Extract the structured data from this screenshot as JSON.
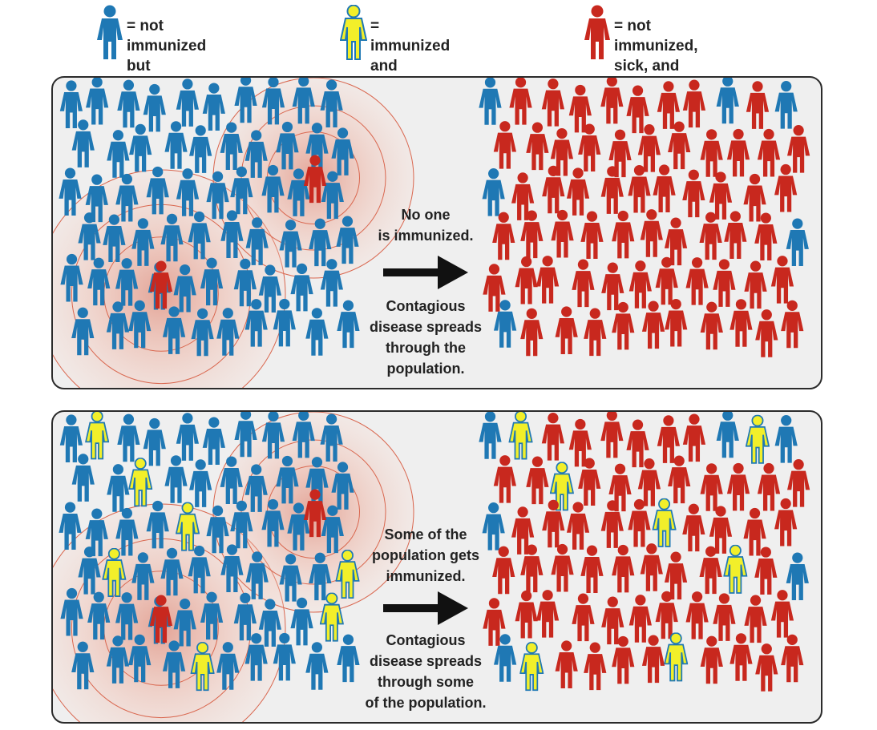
{
  "legend": {
    "not_immunized": "= not immunized but\nstill healthy",
    "immunized": "= immunized and\nhealthy",
    "sick": "= not immunized,\nsick, and contagious"
  },
  "colors": {
    "blue": "#1f78b4",
    "yellow": "#f2ef2a",
    "red": "#c8281e",
    "panel_bg": "#efefef",
    "halo": "#e8a08a"
  },
  "panels": {
    "top": {
      "caption_upper": "No one\nis immunized.",
      "caption_lower": "Contagious\ndisease spreads\nthrough the\npopulation."
    },
    "bottom": {
      "caption_upper": "Some of the\npopulation gets\nimmunized.",
      "caption_lower": "Contagious\ndisease spreads\nthrough some\nof the population."
    }
  }
}
